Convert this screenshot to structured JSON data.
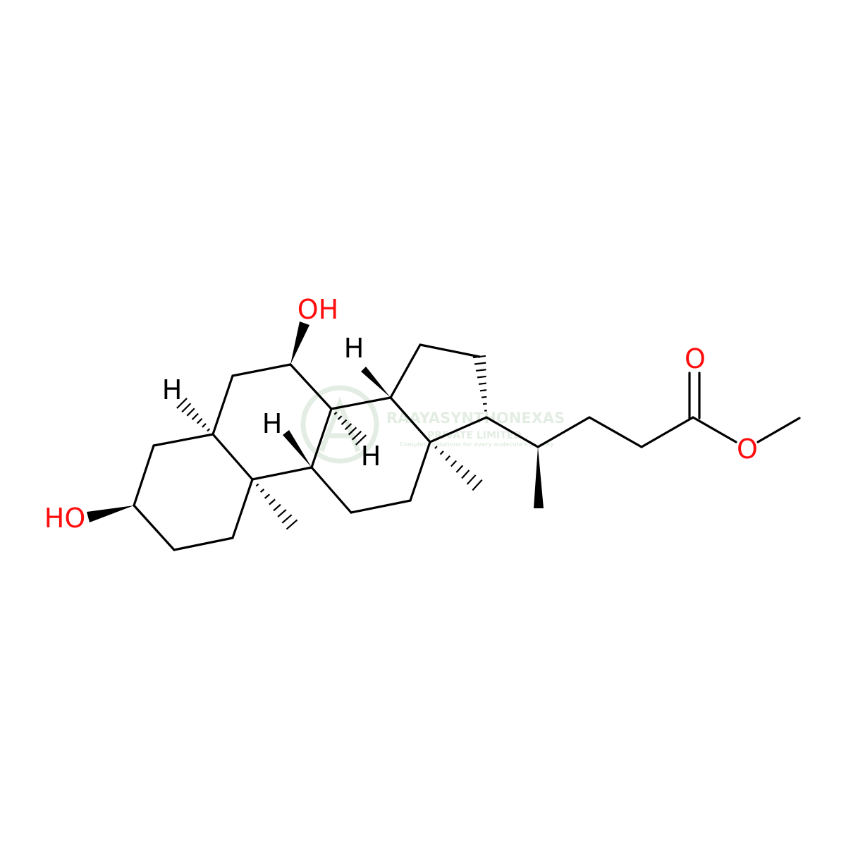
{
  "molecule": {
    "labels": {
      "oh_c7": "OH",
      "oh_c3": "HO",
      "h_c5": "H",
      "h_c8": "H",
      "h_c9": "H",
      "h_c14": "H",
      "carbonyl_o": "O",
      "ester_o": "O"
    },
    "colors": {
      "bond": "#000000",
      "oxygen": "#ff0d0d"
    }
  },
  "watermark": {
    "name": "RAAYASYNTHONEXAS",
    "line2": "PRIVATE LIMITED",
    "tagline": "Complete solutions for every molecule's journey",
    "color": "#2e7d32"
  }
}
